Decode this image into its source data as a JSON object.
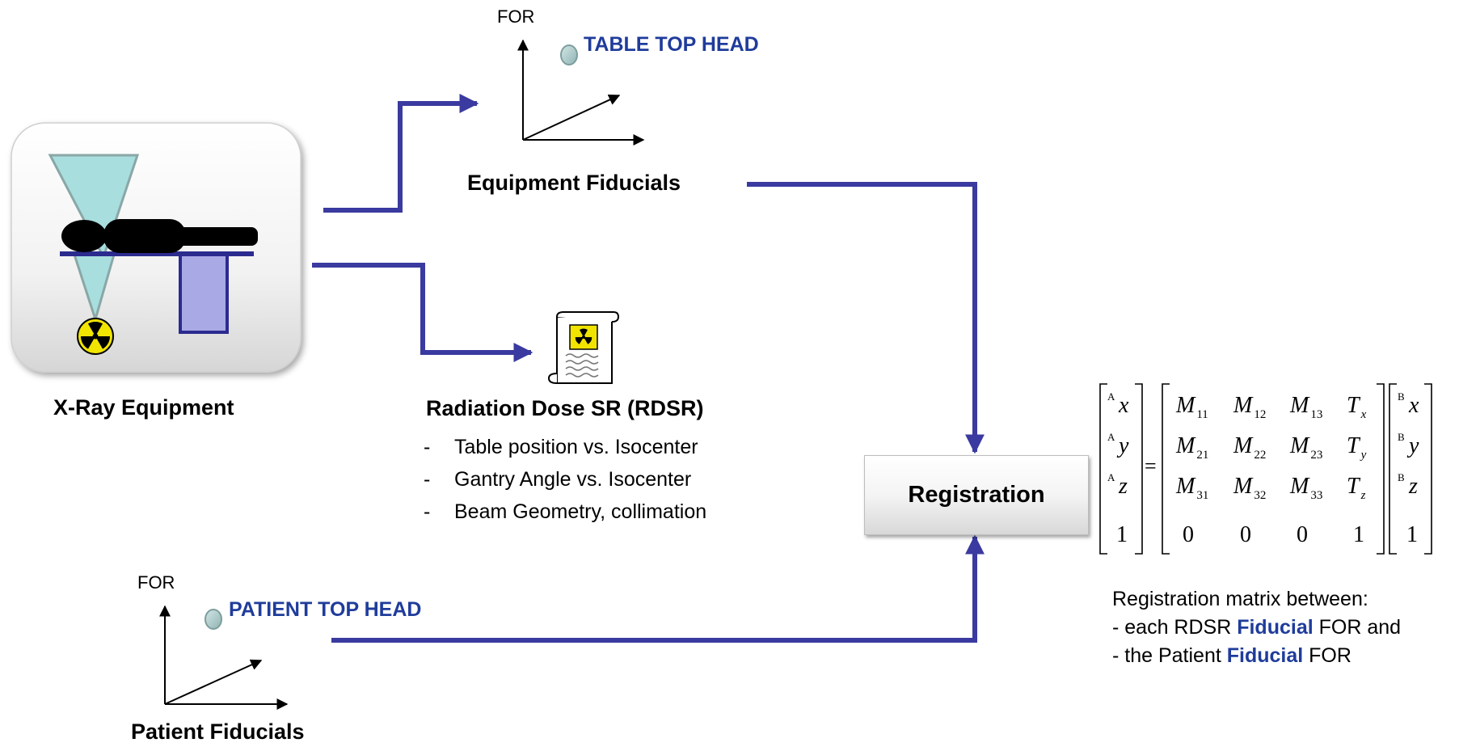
{
  "equipment": {
    "label": "X-Ray Equipment"
  },
  "equipment_frame": {
    "for_label": "FOR",
    "marker_label": "TABLE TOP HEAD",
    "caption": "Equipment Fiducials"
  },
  "rdsr": {
    "title": "Radiation Dose SR (RDSR)",
    "items": [
      {
        "dash": "-",
        "text": "Table position vs. Isocenter"
      },
      {
        "dash": "-",
        "text": "Gantry Angle vs. Isocenter"
      },
      {
        "dash": "-",
        "text": "Beam Geometry, collimation"
      }
    ]
  },
  "patient_frame": {
    "for_label": "FOR",
    "marker_label": "PATIENT TOP HEAD",
    "caption": "Patient Fiducials"
  },
  "registration": {
    "label": "Registration"
  },
  "matrix": {
    "sup_a": "A",
    "sup_b": "B",
    "left_vector": [
      "x",
      "y",
      "z",
      "1"
    ],
    "right_vector": [
      "x",
      "y",
      "z",
      "1"
    ],
    "equals": "=",
    "rows": [
      [
        {
          "b": "M",
          "s": "11"
        },
        {
          "b": "M",
          "s": "12"
        },
        {
          "b": "M",
          "s": "13"
        },
        {
          "b": "T",
          "s": "x"
        }
      ],
      [
        {
          "b": "M",
          "s": "21"
        },
        {
          "b": "M",
          "s": "22"
        },
        {
          "b": "M",
          "s": "23"
        },
        {
          "b": "T",
          "s": "y"
        }
      ],
      [
        {
          "b": "M",
          "s": "31"
        },
        {
          "b": "M",
          "s": "32"
        },
        {
          "b": "M",
          "s": "33"
        },
        {
          "b": "T",
          "s": "z"
        }
      ],
      [
        {
          "b": "0",
          "s": ""
        },
        {
          "b": "0",
          "s": ""
        },
        {
          "b": "0",
          "s": ""
        },
        {
          "b": "1",
          "s": ""
        }
      ]
    ]
  },
  "note": {
    "line1": "Registration matrix between:",
    "line2_pre": "- each RDSR ",
    "line2_kw": "Fiducial",
    "line2_post": " FOR and",
    "line3_pre": "- the Patient ",
    "line3_kw": "Fiducial",
    "line3_post": " FOR"
  },
  "colors": {
    "connector": "#3a3aa0",
    "label_blue": "#1f3c9b",
    "cone": "#a8dede",
    "table_leg": "#a9a9e6",
    "marker": "#a6c4c4"
  }
}
